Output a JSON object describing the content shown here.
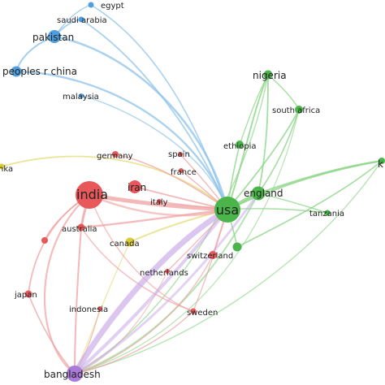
{
  "network": {
    "colors": {
      "south_asia": "#e8585a",
      "asia_blue": "#4f9fe0",
      "africa_green": "#4bb54b",
      "yellow": "#d8cc38",
      "purple": "#a97bd8",
      "edge_green": "#8fd68a",
      "edge_blue": "#8ec3e8",
      "edge_red": "#f0a0a0",
      "edge_purple": "#c7a8e8",
      "edge_yellow": "#e6e08a"
    },
    "nodes": [
      {
        "id": "egypt",
        "label": "egypt",
        "cluster": "blue"
      },
      {
        "id": "saudi",
        "label": "saudi arabia",
        "cluster": "blue"
      },
      {
        "id": "pakistan",
        "label": "pakistan",
        "cluster": "blue"
      },
      {
        "id": "china",
        "label": "peoples r china",
        "cluster": "blue"
      },
      {
        "id": "malaysia",
        "label": "malaysia",
        "cluster": "blue"
      },
      {
        "id": "nigeria",
        "label": "nigeria",
        "cluster": "green"
      },
      {
        "id": "southafrica",
        "label": "south africa",
        "cluster": "green"
      },
      {
        "id": "ethiopia",
        "label": "ethiopia",
        "cluster": "green"
      },
      {
        "id": "england",
        "label": "england",
        "cluster": "green"
      },
      {
        "id": "usa",
        "label": "usa",
        "cluster": "green"
      },
      {
        "id": "tanzania",
        "label": "tanzania",
        "cluster": "green"
      },
      {
        "id": "kenya",
        "label": "k",
        "cluster": "green"
      },
      {
        "id": "greennode",
        "label": "",
        "cluster": "green"
      },
      {
        "id": "srilanka",
        "label": "nka",
        "cluster": "yellow"
      },
      {
        "id": "canada",
        "label": "canada",
        "cluster": "yellow"
      },
      {
        "id": "germany",
        "label": "germany",
        "cluster": "red"
      },
      {
        "id": "spain",
        "label": "spain",
        "cluster": "red"
      },
      {
        "id": "france",
        "label": "france",
        "cluster": "red"
      },
      {
        "id": "iran",
        "label": "iran",
        "cluster": "red"
      },
      {
        "id": "italy",
        "label": "italy",
        "cluster": "red"
      },
      {
        "id": "india",
        "label": "india",
        "cluster": "red"
      },
      {
        "id": "australia",
        "label": "australia",
        "cluster": "red"
      },
      {
        "id": "rednode",
        "label": "",
        "cluster": "red"
      },
      {
        "id": "switzerland",
        "label": "switzerland",
        "cluster": "red"
      },
      {
        "id": "netherlands",
        "label": "netherlands",
        "cluster": "red"
      },
      {
        "id": "japan",
        "label": "japan",
        "cluster": "red"
      },
      {
        "id": "indonesia",
        "label": "indonesia",
        "cluster": "red"
      },
      {
        "id": "sweden",
        "label": "sweden",
        "cluster": "red"
      },
      {
        "id": "bangladesh",
        "label": "bangladesh",
        "cluster": "purple"
      }
    ]
  }
}
